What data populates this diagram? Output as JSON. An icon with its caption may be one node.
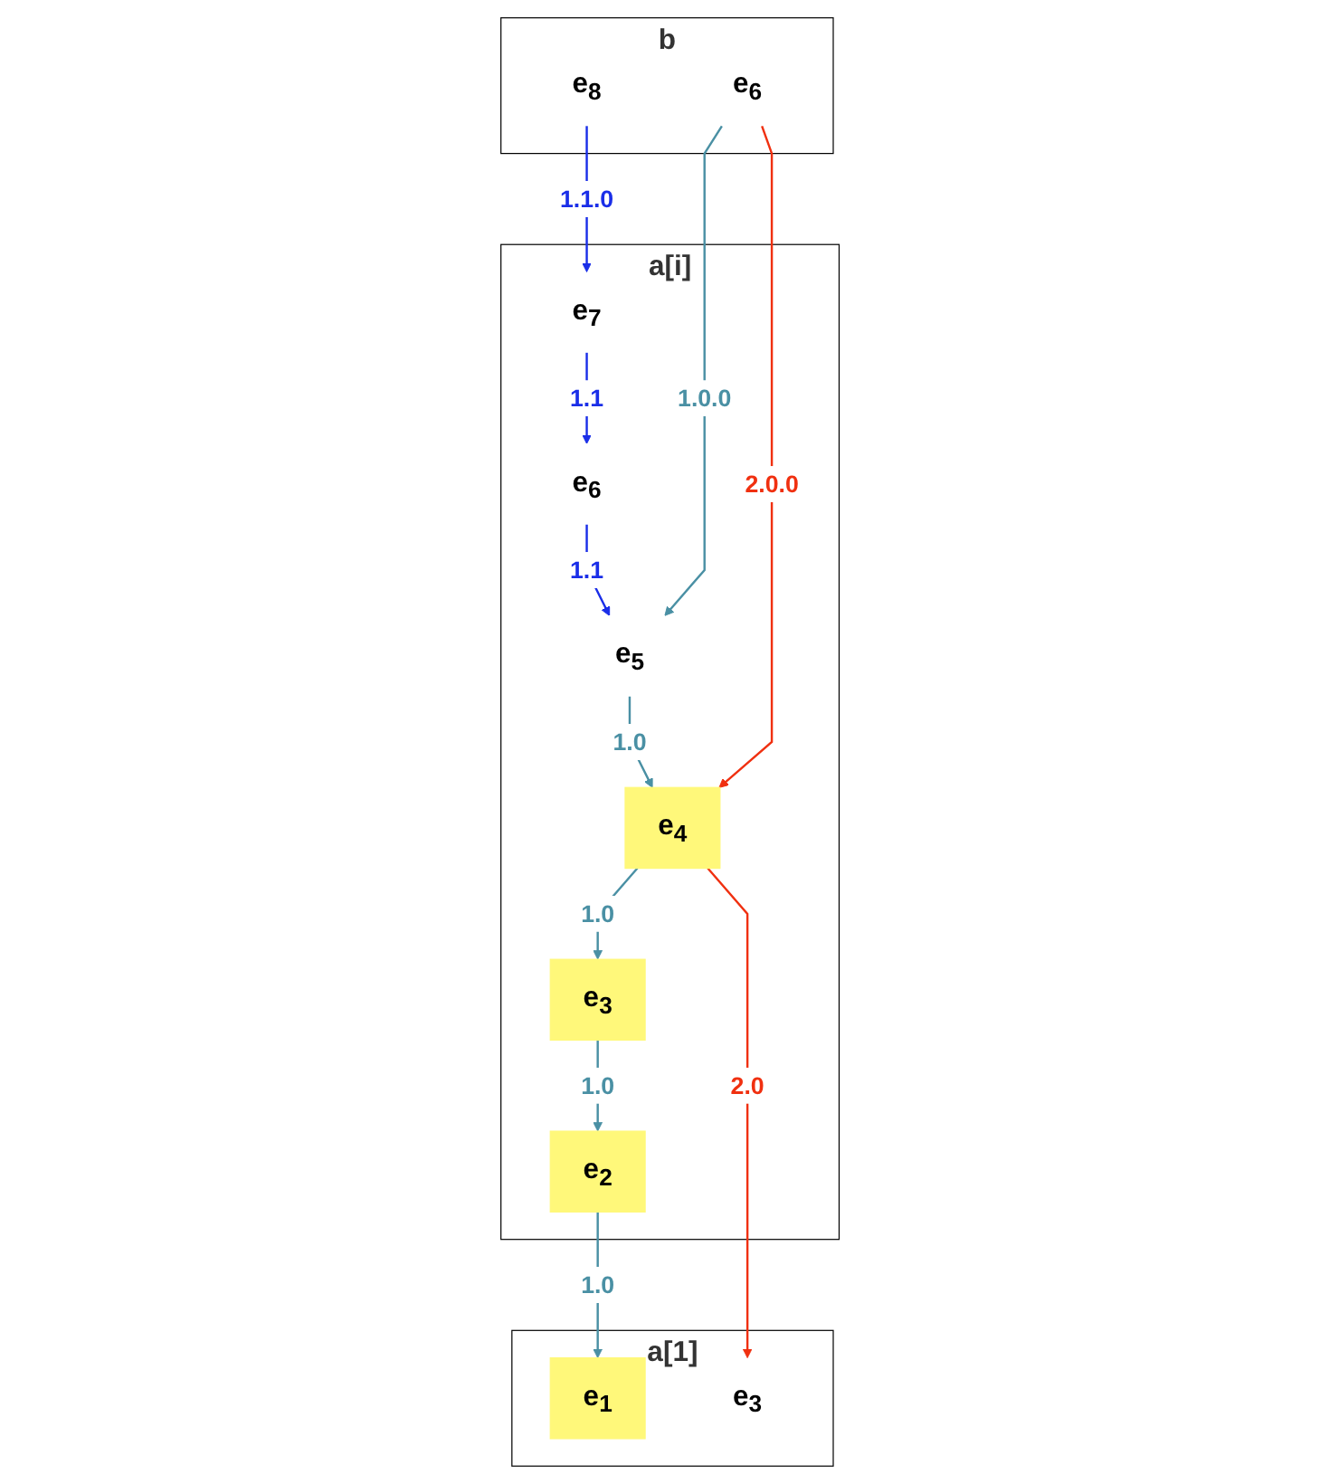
{
  "diagram": {
    "nodes": [
      {
        "text": [
          "a[1]"
        ]
      },
      {
        "text": [
          "e$_{1}$"
        ],
        "in": 0
      },
      {
        "text": [
          "e$_{3}$"
        ],
        "in": 0
      },
      {
        "text": [
          "a[i]"
        ]
      },
      {
        "text": [
          "e$_{2}$"
        ],
        "in": 3
      },
      {
        "text": [
          "e$_{3}$"
        ],
        "in": 3
      },
      {
        "text": [
          "e$_{4}$"
        ],
        "in": 3
      },
      {
        "text": [
          "e$_{5}$"
        ],
        "in": 3
      },
      {
        "text": [
          "e$_{6}$"
        ],
        "in": 3
      },
      {
        "text": [
          "e$_{7}$"
        ],
        "in": 3
      },
      {
        "text": [
          "b"
        ]
      },
      {
        "text": [
          "e$_{6}$"
        ],
        "in": 10
      },
      {
        "text": [
          "e$_{8}$"
        ],
        "in": 10
      }
    ],
    "edges": [
      {
        "from": 4,
        "to": 1,
        "arrow": "to",
        "label": "1.0"
      },
      {
        "from": 5,
        "to": 4,
        "arrow": "to",
        "label": "1.0"
      },
      {
        "from": 6,
        "to": 5,
        "arrow": "to",
        "label": "1.0"
      },
      {
        "from": 7,
        "to": 6,
        "arrow": "to",
        "label": "1.0"
      },
      {
        "from": 8,
        "to": 7,
        "arrow": "to",
        "label": "1.1",
        "color": "#1a2ee8"
      },
      {
        "from": 9,
        "to": 8,
        "arrow": "to",
        "label": "1.1",
        "color": "#1a2ee8"
      },
      {
        "from": 6,
        "to": 2,
        "arrow": "to",
        "label": "2.0",
        "color": "#f03010"
      },
      {
        "from": 11,
        "to": 6,
        "arrow": "to",
        "label": "2.0.0",
        "color": "#f03010"
      },
      {
        "from": 11,
        "to": 7,
        "arrow": "to",
        "label": "1.0.0"
      },
      {
        "from": 12,
        "to": 9,
        "arrow": "to",
        "label": "1.1.0",
        "color": "#1a2ee8"
      }
    ]
  }
}
